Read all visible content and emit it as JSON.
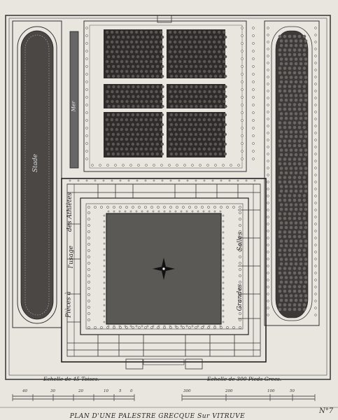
{
  "labels": {
    "stade": "Stade",
    "mer": "Mer",
    "athletes": "des Athlètes",
    "usage": "l'usage",
    "pieces": "Pièces à",
    "salles": "Salles",
    "grandes": "Grandes"
  },
  "scales": {
    "toises": {
      "title": "Echelle de 45 Toises.",
      "ticks": [
        "40",
        "30",
        "20",
        "10",
        "5",
        "0"
      ]
    },
    "pieds": {
      "title": "Echelle de 300 Pieds Grecs.",
      "ticks": [
        "300",
        "200",
        "100",
        "50"
      ]
    }
  },
  "plate_title": "PLAN D'UNE PALESTRE GRECQUE Sur VITRUVE",
  "plate_number": "N°7"
}
